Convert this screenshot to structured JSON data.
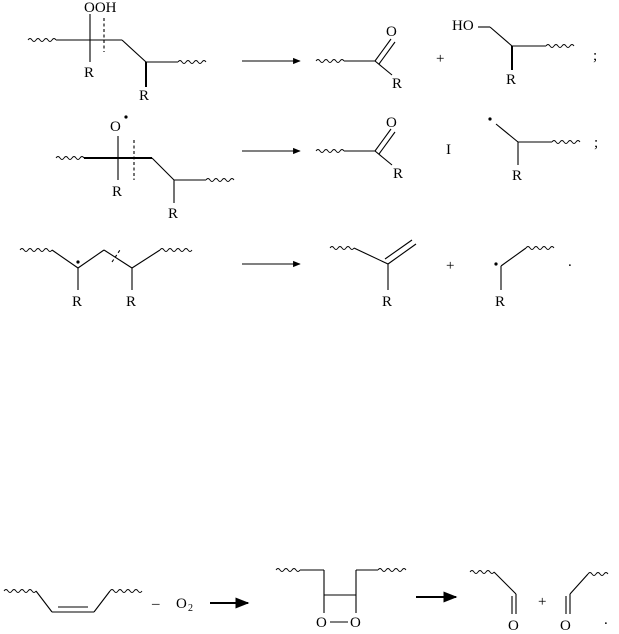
{
  "labels": {
    "ooh": "OOH",
    "ho": "HO",
    "o": "O",
    "r": "R",
    "plus": "+",
    "plus_faint": "I",
    "semicolon": ";",
    "period": ".",
    "minus": "–",
    "o2": "O",
    "o2_sub": "2"
  }
}
